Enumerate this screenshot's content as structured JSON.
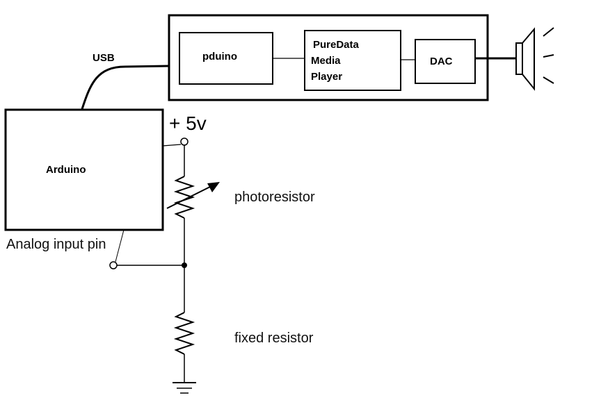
{
  "blocks": {
    "arduino": "Arduino",
    "pduino": "pduino",
    "puredata_lines": [
      "PureData",
      "Media",
      "Player"
    ],
    "dac": "DAC"
  },
  "labels": {
    "usb": "USB",
    "voltage": "+ 5v",
    "photoresistor": "photoresistor",
    "fixed_resistor": "fixed resistor",
    "analog_input_pin": "Analog input pin"
  },
  "colors": {
    "line": "#000000",
    "background": "#ffffff"
  }
}
